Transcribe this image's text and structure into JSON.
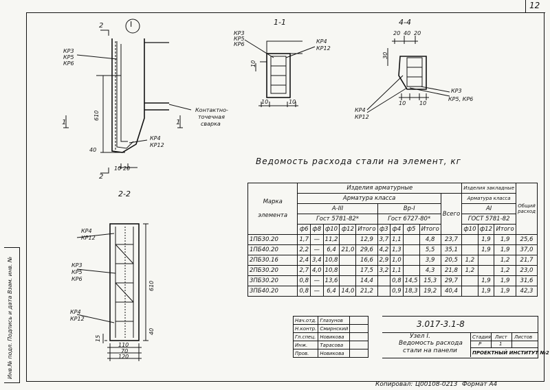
{
  "page_number": "12",
  "section_marker": "I",
  "cuts": {
    "c11": "1-1",
    "c44": "4-4",
    "c22": "2-2",
    "c2": "2",
    "c1": "1"
  },
  "labels": {
    "kp3_kp5_kp6": [
      "КР3",
      "КР5",
      "КР6"
    ],
    "kp4_kp12": [
      "КР4",
      "КР12"
    ],
    "kp5_kp6": "КР5, КР6",
    "kp3": "КР3",
    "kp4": "КР4",
    "kp12": "КР12",
    "weld": [
      "Контактно-",
      "точечная",
      "сварка"
    ]
  },
  "dims": {
    "d610": "610",
    "d40": "40",
    "d10": "10",
    "d20": "20",
    "d30": "30",
    "d110": "110",
    "d15": "15",
    "d120": "120",
    "d70": "70"
  },
  "sheet_title": "Ведомость   расхода   стали   на   элемент, кг",
  "table": {
    "h_marka": "Марка",
    "h_element": "элемента",
    "h_izd_arm": "Изделия   арматурные",
    "h_izd_zakl": "Изделия закладные",
    "h_arm_klassa": "Арматура   класса",
    "h_arm_klassa2": "Арматура класса",
    "h_aiii": "А-III",
    "h_vri": "Вр-I",
    "h_ai": "АI",
    "h_vsego": "Всего",
    "h_obshiy": "Общий расход",
    "h_gost1": "Гост  5781-82*",
    "h_gost2": "Гост  6727-80*",
    "h_gost3": "ГОСТ 5781-82",
    "sub_headers": [
      "ф6",
      "ф8",
      "ф10",
      "ф12",
      "Итого",
      "ф3",
      "ф4",
      "ф5",
      "Итого",
      "ф10",
      "ф12",
      "Итого"
    ],
    "rows": [
      [
        "1ПБ30.20",
        "1,7",
        "—",
        "11,2",
        "",
        "12,9",
        "3,7",
        "1,1",
        "",
        "4,8",
        "23,7",
        "",
        "1,9",
        "1,9",
        "25,6"
      ],
      [
        "1ПБ40.20",
        "2,2",
        "—",
        "6,4",
        "21,0",
        "29,6",
        "4,2",
        "1,3",
        "",
        "5,5",
        "35,1",
        "",
        "1,9",
        "1,9",
        "37,0"
      ],
      [
        "2ПБ30.16",
        "2,4",
        "3,4",
        "10,8",
        "",
        "16,6",
        "2,9",
        "1,0",
        "",
        "3,9",
        "20,5",
        "1,2",
        "",
        "1,2",
        "21,7"
      ],
      [
        "2ПБ30.20",
        "2,7",
        "4,0",
        "10,8",
        "",
        "17,5",
        "3,2",
        "1,1",
        "",
        "4,3",
        "21,8",
        "1,2",
        "",
        "1,2",
        "23,0"
      ],
      [
        "3ПБ30.20",
        "0,8",
        "—",
        "13,6",
        "",
        "14,4",
        "",
        "0,8",
        "14,5",
        "15,3",
        "29,7",
        "",
        "1,9",
        "1,9",
        "31,6"
      ],
      [
        "3ПБ40.20",
        "0,8",
        "—",
        "6,4",
        "14,0",
        "21,2",
        "",
        "0,9",
        "18,3",
        "19,2",
        "40,4",
        "",
        "1,9",
        "1,9",
        "42,3"
      ]
    ]
  },
  "title_block": {
    "code": "3.017-3.1-8",
    "roles": [
      "Нач.отд.",
      "Н.контр.",
      "Гл.спец.",
      "Инж.",
      "Пров."
    ],
    "names": [
      "Глазунов",
      "Смирнский",
      "Новикова",
      "Тарасова",
      "Новикова"
    ],
    "desc": [
      "Узел I.",
      "Ведомость расхода",
      "стали на панели"
    ],
    "stage_h": "Стадия",
    "sheet_h": "Лист",
    "sheets_h": "Листов",
    "stage": "Р",
    "sheet": "1",
    "org": "ПРОЕКТНЫЙ ИНСТИТУТ №2"
  },
  "footer": {
    "copied": "Копировал:",
    "order": "Ц00108-02",
    "num": "13",
    "format": "Формат  А4"
  },
  "side_stamp": "Инв.№ подл.   Подпись и дата   Взам. инв. №"
}
